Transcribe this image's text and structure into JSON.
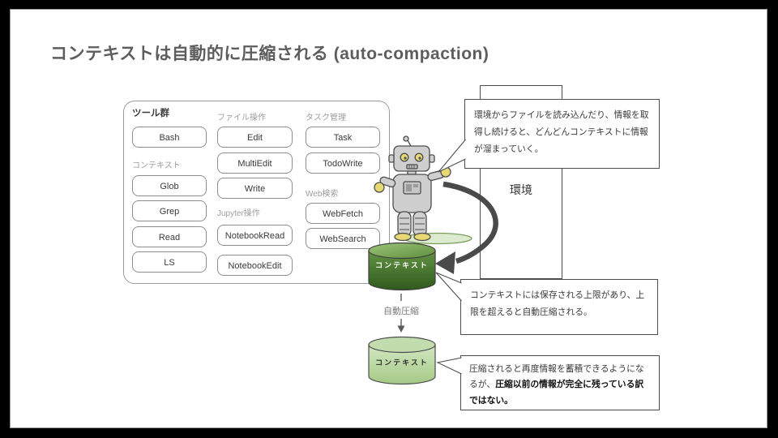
{
  "slide": {
    "title": "コンテキストは自動的に圧縮される (auto-compaction)",
    "background": "#ffffff",
    "frame_color": "#000000"
  },
  "tools_panel": {
    "groups": [
      {
        "label": "ツール群",
        "items": [
          "Bash"
        ]
      },
      {
        "label": "コンテキスト",
        "items": [
          "Glob",
          "Grep",
          "Read",
          "LS"
        ]
      },
      {
        "label": "ファイル操作",
        "items": [
          "Edit",
          "MultiEdit",
          "Write"
        ]
      },
      {
        "label": "Jupyter操作",
        "items": [
          "NotebookRead",
          "NotebookEdit"
        ]
      },
      {
        "label": "タスク管理",
        "items": [
          "Task",
          "TodoWrite"
        ]
      },
      {
        "label": "Web検索",
        "items": [
          "WebFetch",
          "WebSearch"
        ]
      }
    ]
  },
  "environment": {
    "label": "環境"
  },
  "context_store": {
    "label": "コンテキスト",
    "top_color": "#8fbc6b",
    "body_top_color": "#5f9140",
    "body_bottom_color": "#2f5a1d"
  },
  "compacted_store": {
    "label": "コンテキスト",
    "top_color": "#c3dcae",
    "body_top_color": "#d3e7c2",
    "body_bottom_color": "#a4c985"
  },
  "auto_compaction": {
    "label": "自動圧縮"
  },
  "callouts": {
    "accumulate": "環境からファイルを読み込んだり、情報を取得し続けると、どんどんコンテキストに情報が溜まっていく。",
    "limit": "コンテキストには保存される上限があり、上限を超えると自動圧縮される。",
    "compaction_normal": "圧縮されると再度情報を蓄積できるようになるが、",
    "compaction_bold": "圧縮以前の情報が完全に残っている訳ではない。"
  },
  "arrow_color": "#4a4a4a"
}
